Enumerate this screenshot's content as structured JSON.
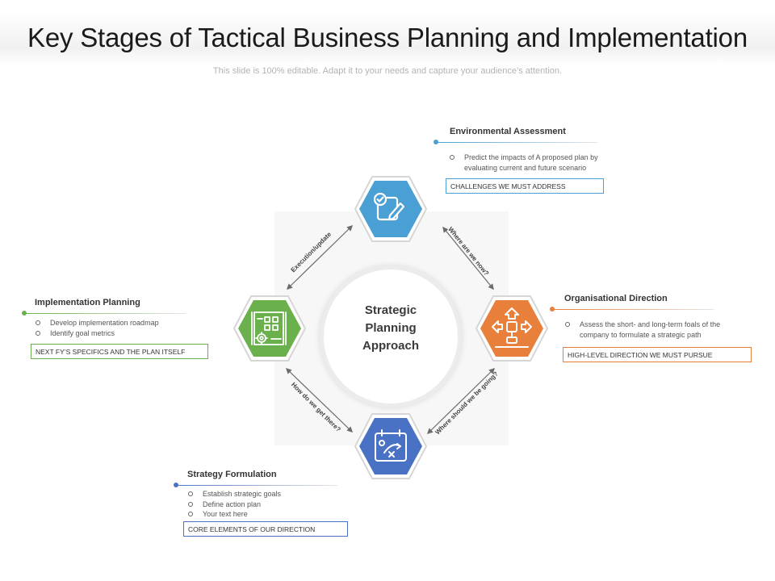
{
  "slide": {
    "title": "Key Stages of Tactical Business Planning and Implementation",
    "subtitle": "This slide is 100% editable. Adapt it to your needs and capture your audience’s attention."
  },
  "center": {
    "lines": [
      "Strategic",
      "Planning",
      "Approach"
    ]
  },
  "arrows": {
    "top_right": "Where are we now?",
    "bottom_right": "Where should we be going?",
    "bottom_left": "How do we get there?",
    "top_left": "Execution/update"
  },
  "stages": {
    "environmental": {
      "heading": "Environmental Assessment",
      "bullets": [
        "Predict the impacts of A proposed plan by evaluating current and future scenario"
      ],
      "tag": "CHALLENGES WE MUST ADDRESS",
      "color": "#4a9fd4",
      "icon": "checklist-pencil-icon"
    },
    "organisational": {
      "heading": "Organisational  Direction",
      "bullets": [
        "Assess the short- and long-term foals of the company to formulate a strategic path"
      ],
      "tag": "HIGH-LEVEL  DIRECTION WE MUST PURSUE",
      "color": "#e87f3a",
      "icon": "direction-flowchart-icon"
    },
    "strategy": {
      "heading": "Strategy Formulation",
      "bullets": [
        "Establish strategic goals",
        "Define action plan",
        "Your text here"
      ],
      "tag": "CORE ELEMENTS OF OUR DIRECTION",
      "color": "#4a72c4",
      "icon": "strategy-board-icon"
    },
    "implementation": {
      "heading": "Implementation Planning",
      "bullets": [
        "Develop implementation roadmap",
        "Identify goal metrics"
      ],
      "tag": "NEXT FY’S SPECIFICS AND THE PLAN ITSELF",
      "color": "#6ab04c",
      "icon": "roadmap-gear-icon"
    }
  }
}
